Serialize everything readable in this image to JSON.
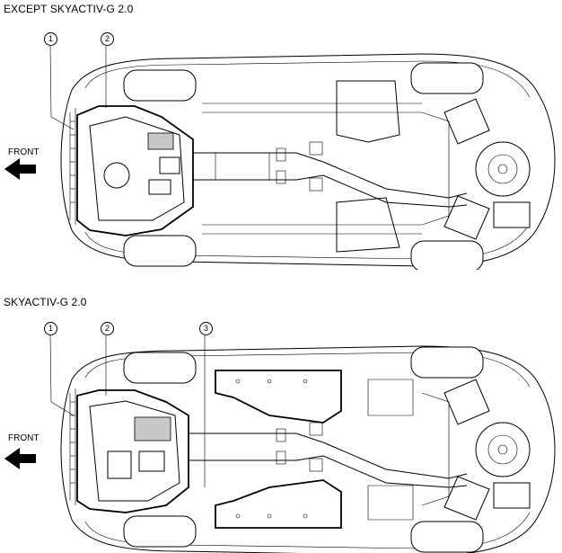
{
  "sections": [
    {
      "title": "EXCEPT SKYACTIV-G 2.0",
      "front_label": "FRONT",
      "callouts": [
        "1",
        "2"
      ]
    },
    {
      "title": "SKYACTIV-G 2.0",
      "front_label": "FRONT",
      "callouts": [
        "1",
        "2",
        "3"
      ]
    }
  ]
}
